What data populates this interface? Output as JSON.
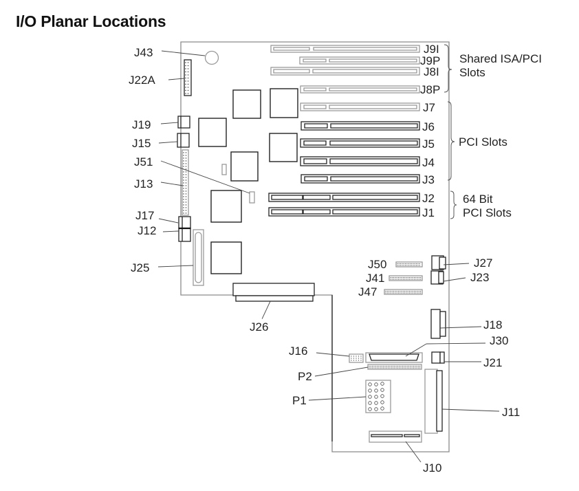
{
  "title": "I/O Planar Locations",
  "groups": {
    "shared": [
      "Shared ISA/PCI",
      "Slots"
    ],
    "pci": "PCI Slots",
    "bit64": [
      "64 Bit",
      "PCI Slots"
    ]
  },
  "slots": [
    {
      "id": "J9I",
      "label": "J9I",
      "type": "isa"
    },
    {
      "id": "J9P",
      "label": "J9P",
      "type": "pci"
    },
    {
      "id": "J8I",
      "label": "J8I",
      "type": "isa"
    },
    {
      "id": "J8P",
      "label": "J8P",
      "type": "pci"
    },
    {
      "id": "J7",
      "label": "J7",
      "type": "pci"
    },
    {
      "id": "J6",
      "label": "J6",
      "type": "pci"
    },
    {
      "id": "J5",
      "label": "J5",
      "type": "pci"
    },
    {
      "id": "J4",
      "label": "J4",
      "type": "pci"
    },
    {
      "id": "J3",
      "label": "J3",
      "type": "pci"
    },
    {
      "id": "J2",
      "label": "J2",
      "type": "pci64"
    },
    {
      "id": "J1",
      "label": "J1",
      "type": "pci64"
    }
  ],
  "left_labels": {
    "J43": "J43",
    "J22A": "J22A",
    "J19": "J19",
    "J15": "J15",
    "J51": "J51",
    "J13": "J13",
    "J17": "J17",
    "J12": "J12",
    "J25": "J25",
    "J26": "J26"
  },
  "right_labels": {
    "J50": "J50",
    "J41": "J41",
    "J47": "J47",
    "J27": "J27",
    "J23": "J23",
    "J18": "J18",
    "J30": "J30",
    "J16": "J16",
    "J21": "J21",
    "P2": "P2",
    "P1": "P1",
    "J11": "J11",
    "J10": "J10"
  }
}
